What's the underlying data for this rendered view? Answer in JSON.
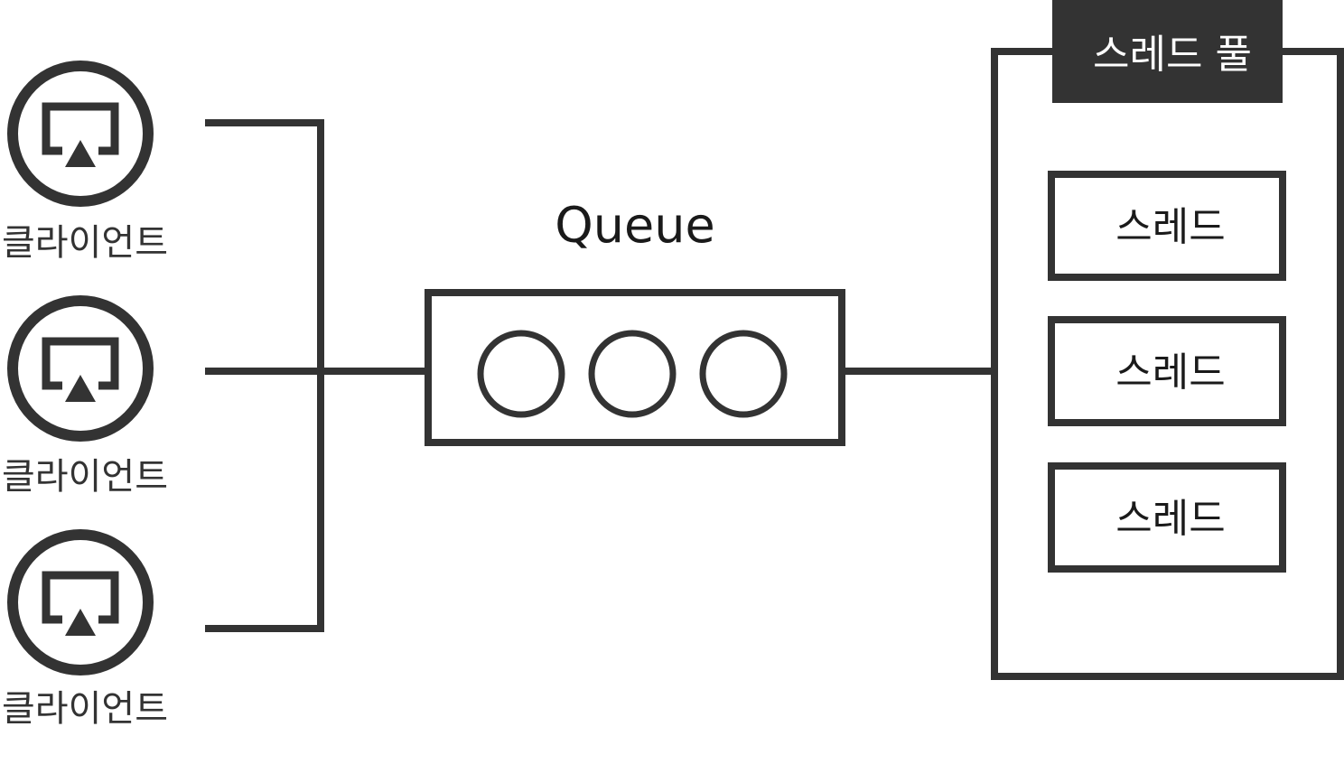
{
  "colors": {
    "stroke": "#333333",
    "background": "#ffffff",
    "pool_header_bg": "#333333",
    "pool_header_text": "#ffffff"
  },
  "clients": [
    {
      "label": "클라이언트",
      "icon": "airplay-icon"
    },
    {
      "label": "클라이언트",
      "icon": "airplay-icon"
    },
    {
      "label": "클라이언트",
      "icon": "airplay-icon"
    }
  ],
  "queue": {
    "title": "Queue",
    "item_count": 3
  },
  "thread_pool": {
    "title": "스레드 풀",
    "threads": [
      {
        "label": "스레드"
      },
      {
        "label": "스레드"
      },
      {
        "label": "스레드"
      }
    ]
  }
}
